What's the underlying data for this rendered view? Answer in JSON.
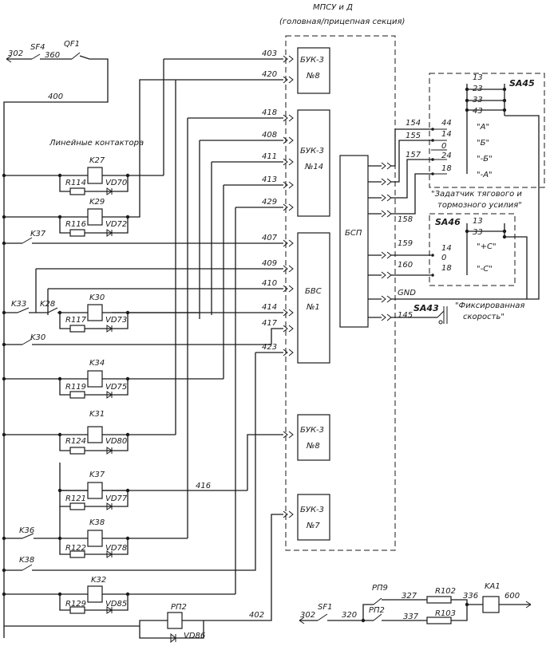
{
  "header": {
    "title": "МПСУ и Д",
    "subtitle": "(головная/прицепная секция)"
  },
  "top_left": {
    "wire_302": "302",
    "sf4": "SF4",
    "wire_360": "360",
    "qf1": "QF1",
    "wire_400": "400"
  },
  "caption_line_contactors": "Линейные контактора",
  "blocks": {
    "buk1": {
      "name": "БУК-3",
      "num": "№8"
    },
    "buk2": {
      "name": "БУК-3",
      "num": "№14"
    },
    "bvs": {
      "name": "БВС",
      "num": "№1"
    },
    "bsp": {
      "name": "БСП"
    },
    "buk3": {
      "name": "БУК-3",
      "num": "№8"
    },
    "buk4": {
      "name": "БУК-3",
      "num": "№7"
    }
  },
  "wire_numbers": [
    "403",
    "420",
    "418",
    "408",
    "411",
    "413",
    "429",
    "407",
    "409",
    "410",
    "414",
    "417",
    "423"
  ],
  "components": {
    "k27": "K27",
    "r114": "R114",
    "vd70": "VD70",
    "k29": "K29",
    "r116": "R116",
    "vd72": "VD72",
    "k37a": "K37",
    "k33": "K33",
    "k28": "K28",
    "k30": "K30",
    "r117": "R117",
    "vd73": "VD73",
    "k30b": "K30",
    "k34": "K34",
    "r119": "R119",
    "vd75": "VD75",
    "k31": "K31",
    "r124": "R124",
    "vd80": "VD80",
    "k37": "K37",
    "r121": "R121",
    "vd77": "VD77",
    "w416": "416",
    "k38": "K38",
    "r122": "R122",
    "vd78": "VD78",
    "k36": "K36",
    "k38b": "K38",
    "k32": "K32",
    "r129": "R129",
    "vd85": "VD85",
    "rp2": "РП2",
    "vd86": "VD86",
    "w402": "402"
  },
  "bsp_outputs": [
    "154",
    "155",
    "157",
    "158",
    "159",
    "160",
    "GND",
    "145"
  ],
  "sa45": {
    "name": "SA45",
    "contacts": [
      "13",
      "23",
      "33",
      "43"
    ],
    "pins": [
      "44",
      "14",
      "0",
      "24",
      "18"
    ],
    "positions": [
      "\"А\"",
      "\"Б\"",
      "\"-Б\"",
      "\"-А\""
    ]
  },
  "sa45_caption": [
    "\"Задатчик тягового и",
    "тормозного усилия\""
  ],
  "sa46": {
    "name": "SA46",
    "contacts": [
      "13",
      "33"
    ],
    "pins": [
      "14",
      "0",
      "18"
    ],
    "positions": [
      "\"+С\"",
      "\"-С\""
    ]
  },
  "sa43": {
    "name": "SA43",
    "caption": [
      "\"Фиксированная",
      "скорость\""
    ]
  },
  "bottom": {
    "w302": "302",
    "sf1": "SF1",
    "w320": "320",
    "rp9": "РП9",
    "rp2": "РП2",
    "w327": "327",
    "w337": "337",
    "r102": "R102",
    "r103": "R103",
    "w336": "336",
    "ka1": "KA1",
    "w600": "600"
  }
}
